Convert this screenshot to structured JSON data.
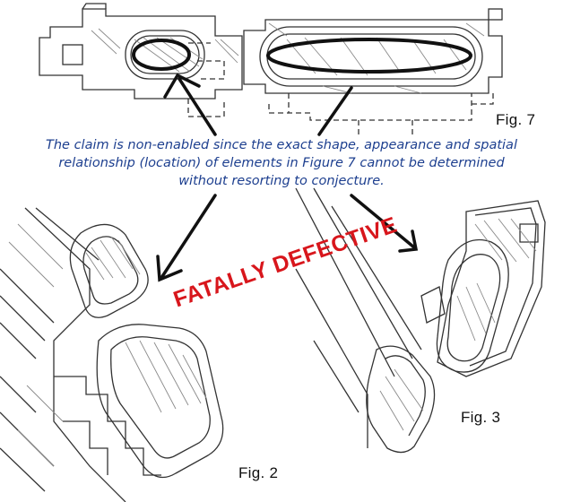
{
  "figure_labels": {
    "fig7": "Fig. 7",
    "fig3": "Fig. 3",
    "fig2": "Fig. 2"
  },
  "claim_text": {
    "line1": "The claim is non-enabled since the exact shape, appearance and spatial",
    "line2": "relationship (location) of elements in Figure 7 cannot be determined",
    "line3": "without resorting to conjecture."
  },
  "verdict": "FATALLY DEFECTIVE",
  "colors": {
    "claim_text": "#1d3f8f",
    "verdict": "#d8161c",
    "line_art": "#333333",
    "hatching": "#8a8a8a"
  }
}
